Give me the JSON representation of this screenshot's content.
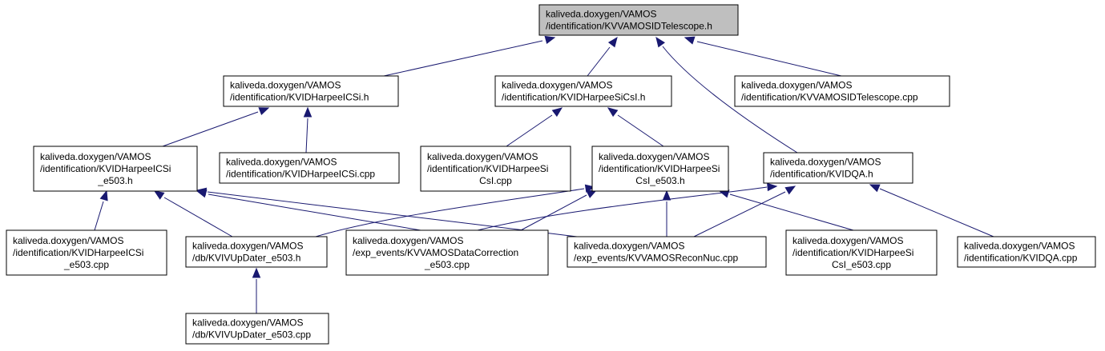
{
  "diagram": {
    "edge_color": "#191970",
    "root_fill": "#bfbfbf",
    "nodes": [
      {
        "id": "n0",
        "root": true,
        "lines": [
          "kaliveda.doxygen/VAMOS",
          "/identification/KVVAMOSIDTelescope.h"
        ]
      },
      {
        "id": "n1",
        "lines": [
          "kaliveda.doxygen/VAMOS",
          "/identification/KVIDHarpeeICSi.h"
        ]
      },
      {
        "id": "n2",
        "lines": [
          "kaliveda.doxygen/VAMOS",
          "/identification/KVIDHarpeeSiCsI.h"
        ]
      },
      {
        "id": "n3",
        "lines": [
          "kaliveda.doxygen/VAMOS",
          "/identification/KVVAMOSIDTelescope.cpp"
        ]
      },
      {
        "id": "n4",
        "lines": [
          "kaliveda.doxygen/VAMOS",
          "/identification/KVIDHarpeeICSi",
          "_e503.h"
        ]
      },
      {
        "id": "n5",
        "lines": [
          "kaliveda.doxygen/VAMOS",
          "/identification/KVIDHarpeeICSi.cpp"
        ]
      },
      {
        "id": "n6",
        "lines": [
          "kaliveda.doxygen/VAMOS",
          "/identification/KVIDHarpeeSi",
          "CsI.cpp"
        ]
      },
      {
        "id": "n7",
        "lines": [
          "kaliveda.doxygen/VAMOS",
          "/identification/KVIDHarpeeSi",
          "CsI_e503.h"
        ]
      },
      {
        "id": "n8",
        "lines": [
          "kaliveda.doxygen/VAMOS",
          "/identification/KVIDQA.h"
        ]
      },
      {
        "id": "n9",
        "lines": [
          "kaliveda.doxygen/VAMOS",
          "/identification/KVIDHarpeeICSi",
          "_e503.cpp"
        ]
      },
      {
        "id": "n10",
        "lines": [
          "kaliveda.doxygen/VAMOS",
          "/db/KVIVUpDater_e503.h"
        ]
      },
      {
        "id": "n11",
        "lines": [
          "kaliveda.doxygen/VAMOS",
          "/exp_events/KVVAMOSDataCorrection",
          "_e503.cpp"
        ]
      },
      {
        "id": "n12",
        "lines": [
          "kaliveda.doxygen/VAMOS",
          "/exp_events/KVVAMOSReconNuc.cpp"
        ]
      },
      {
        "id": "n13",
        "lines": [
          "kaliveda.doxygen/VAMOS",
          "/identification/KVIDHarpeeSi",
          "CsI_e503.cpp"
        ]
      },
      {
        "id": "n14",
        "lines": [
          "kaliveda.doxygen/VAMOS",
          "/identification/KVIDQA.cpp"
        ]
      },
      {
        "id": "n15",
        "lines": [
          "kaliveda.doxygen/VAMOS",
          "/db/KVIVUpDater_e503.cpp"
        ]
      }
    ],
    "edges": [
      {
        "from": "n1",
        "to": "n0"
      },
      {
        "from": "n2",
        "to": "n0"
      },
      {
        "from": "n8",
        "to": "n0"
      },
      {
        "from": "n3",
        "to": "n0"
      },
      {
        "from": "n4",
        "to": "n1"
      },
      {
        "from": "n5",
        "to": "n1"
      },
      {
        "from": "n6",
        "to": "n2"
      },
      {
        "from": "n7",
        "to": "n2"
      },
      {
        "from": "n9",
        "to": "n4"
      },
      {
        "from": "n10",
        "to": "n4"
      },
      {
        "from": "n11",
        "to": "n4"
      },
      {
        "from": "n12",
        "to": "n4"
      },
      {
        "from": "n10",
        "to": "n7"
      },
      {
        "from": "n11",
        "to": "n7"
      },
      {
        "from": "n12",
        "to": "n7"
      },
      {
        "from": "n13",
        "to": "n7"
      },
      {
        "from": "n11",
        "to": "n8"
      },
      {
        "from": "n12",
        "to": "n8"
      },
      {
        "from": "n14",
        "to": "n8"
      },
      {
        "from": "n15",
        "to": "n10"
      }
    ]
  }
}
